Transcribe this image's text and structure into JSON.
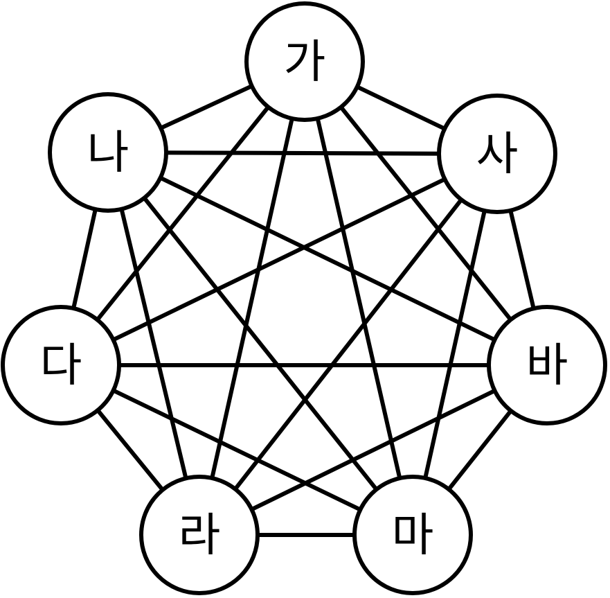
{
  "diagram": {
    "type": "complete-graph",
    "nodes": [
      {
        "id": "ga",
        "label": "가"
      },
      {
        "id": "sa",
        "label": "사"
      },
      {
        "id": "ba",
        "label": "바"
      },
      {
        "id": "ma",
        "label": "마"
      },
      {
        "id": "ra",
        "label": "라"
      },
      {
        "id": "da",
        "label": "다"
      },
      {
        "id": "na",
        "label": "나"
      }
    ],
    "edges": [
      [
        "ga",
        "sa"
      ],
      [
        "ga",
        "ba"
      ],
      [
        "ga",
        "ma"
      ],
      [
        "ga",
        "ra"
      ],
      [
        "ga",
        "da"
      ],
      [
        "ga",
        "na"
      ],
      [
        "sa",
        "ba"
      ],
      [
        "sa",
        "ma"
      ],
      [
        "sa",
        "ra"
      ],
      [
        "sa",
        "da"
      ],
      [
        "sa",
        "na"
      ],
      [
        "ba",
        "ma"
      ],
      [
        "ba",
        "ra"
      ],
      [
        "ba",
        "da"
      ],
      [
        "ba",
        "na"
      ],
      [
        "ma",
        "ra"
      ],
      [
        "ma",
        "da"
      ],
      [
        "ma",
        "na"
      ],
      [
        "ra",
        "da"
      ],
      [
        "ra",
        "na"
      ],
      [
        "da",
        "na"
      ]
    ],
    "colors": {
      "stroke": "#000000",
      "fill": "#ffffff"
    }
  }
}
